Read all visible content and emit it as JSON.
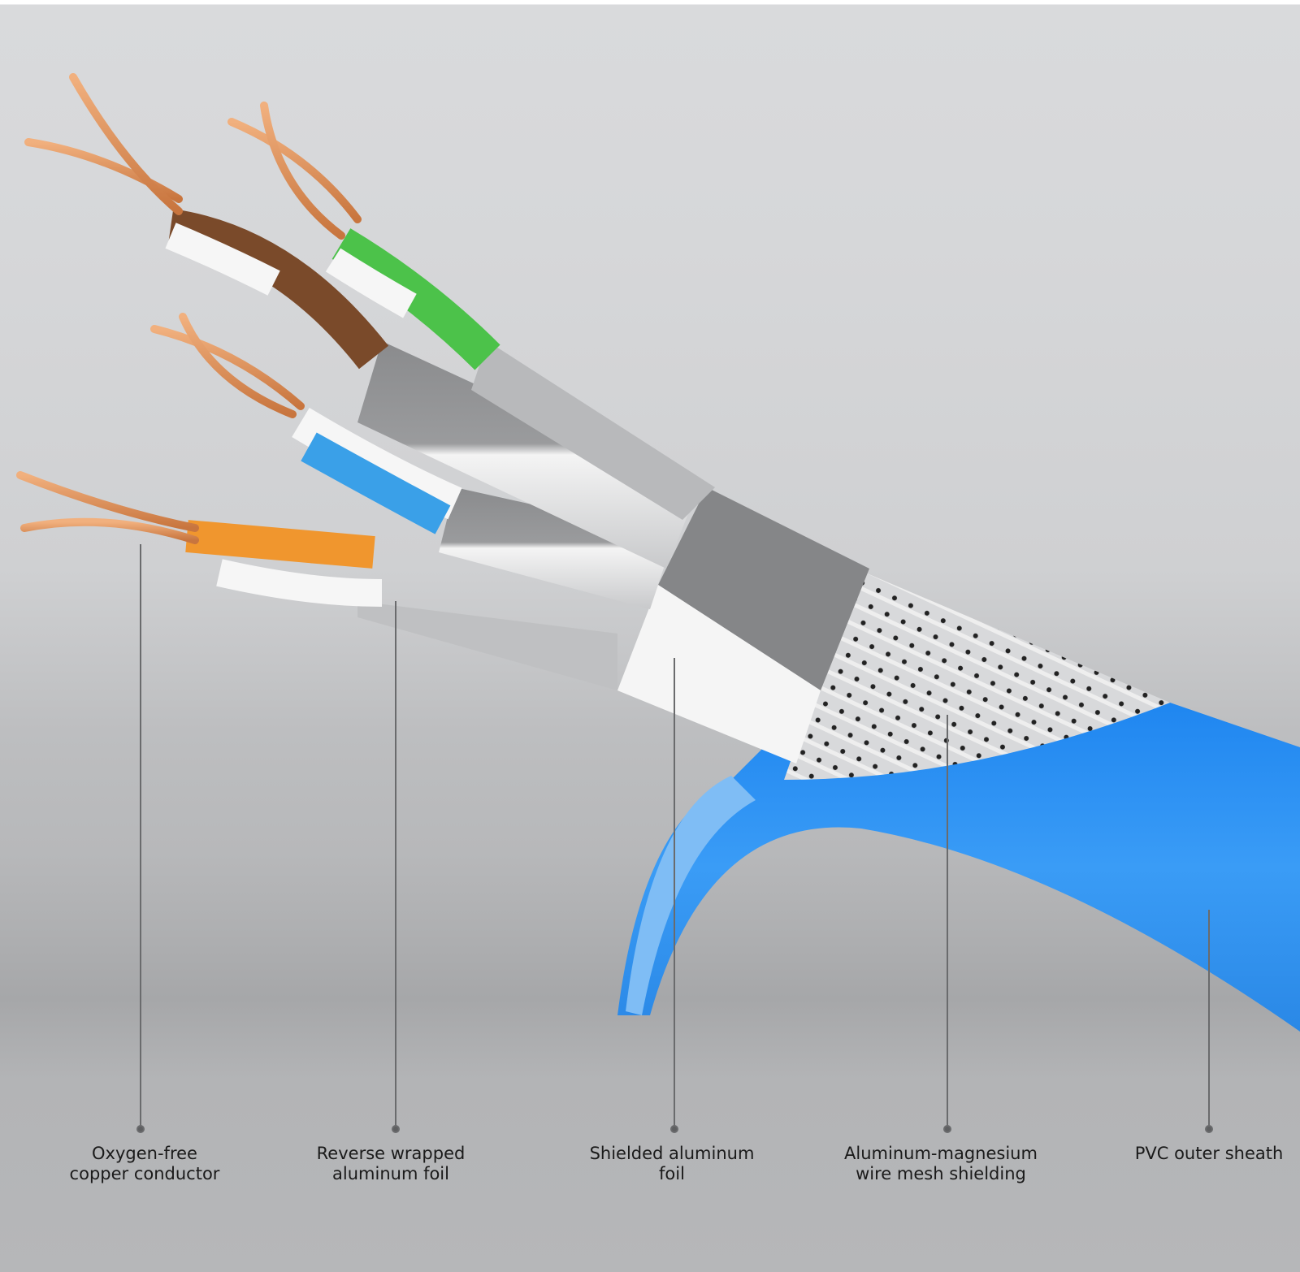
{
  "figure": {
    "subject": "Shielded twisted-pair network cable cross-section",
    "colors": {
      "background": "#d6d7d9",
      "sheath_blue": "#2f8ff0",
      "copper": "#d98a55",
      "foil_silver": "#c9cbce",
      "pair_brown": "#7a4a2a",
      "pair_green": "#4cc24a",
      "pair_blue": "#3aa0e8",
      "pair_orange": "#f0962e",
      "leader_line": "#6a6b6d"
    }
  },
  "callouts": [
    {
      "id": "copper",
      "line1": "Oxygen-free",
      "line2": "copper conductor"
    },
    {
      "id": "reverse-foil",
      "line1": "Reverse wrapped",
      "line2": "aluminum foil"
    },
    {
      "id": "shield-foil",
      "line1": "Shielded aluminum",
      "line2": "foil"
    },
    {
      "id": "mesh",
      "line1": "Aluminum-magnesium",
      "line2": "wire mesh shielding"
    },
    {
      "id": "sheath",
      "line1": "PVC outer sheath",
      "line2": ""
    }
  ]
}
